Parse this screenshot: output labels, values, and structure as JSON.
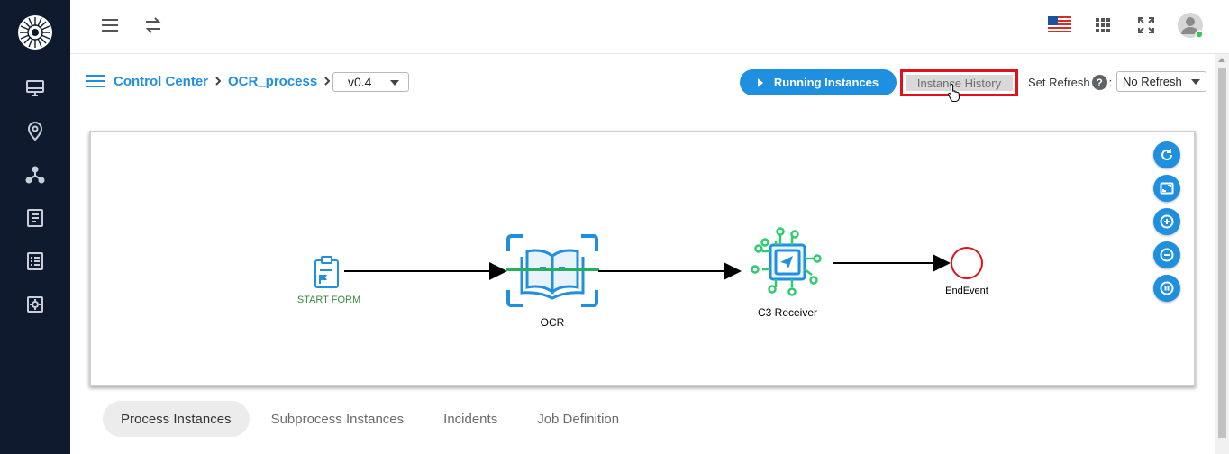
{
  "breadcrumb": {
    "control_center": "Control Center",
    "process": "OCR_process"
  },
  "version": {
    "selected": "v0.4"
  },
  "toolbar": {
    "running_instances": "Running Instances",
    "instance_history": "Instance History",
    "set_refresh_label": "Set Refresh",
    "help_glyph": "?",
    "colon": ":",
    "refresh_selected": "No Refresh"
  },
  "diagram": {
    "start_label": "START FORM",
    "ocr_label": "OCR",
    "c3_label": "C3 Receiver",
    "end_label": "EndEvent"
  },
  "tabs": [
    {
      "label": "Process Instances",
      "active": true
    },
    {
      "label": "Subprocess Instances",
      "active": false
    },
    {
      "label": "Incidents",
      "active": false
    },
    {
      "label": "Job Definition",
      "active": false
    }
  ],
  "colors": {
    "sidebar_bg": "#0f1a2f",
    "accent_blue": "#1f8fe0",
    "highlight_red": "#e0111b",
    "ocr_green": "#27ae60",
    "c3_green": "#2ecc71",
    "end_red": "#e0111b",
    "start_green": "#3c8a3c"
  },
  "icons": {
    "sidebar": [
      "monitor-icon",
      "location-pin-icon",
      "network-icon",
      "document-icon",
      "list-icon",
      "settings-box-icon"
    ],
    "topbar": [
      "hamburger-menu-icon",
      "swap-arrows-icon",
      "us-flag-icon",
      "apps-grid-icon",
      "fullscreen-icon",
      "user-avatar-icon"
    ],
    "canvas_controls": [
      "refresh-icon",
      "fit-screen-icon",
      "zoom-in-icon",
      "zoom-out-icon",
      "pause-icon"
    ]
  }
}
